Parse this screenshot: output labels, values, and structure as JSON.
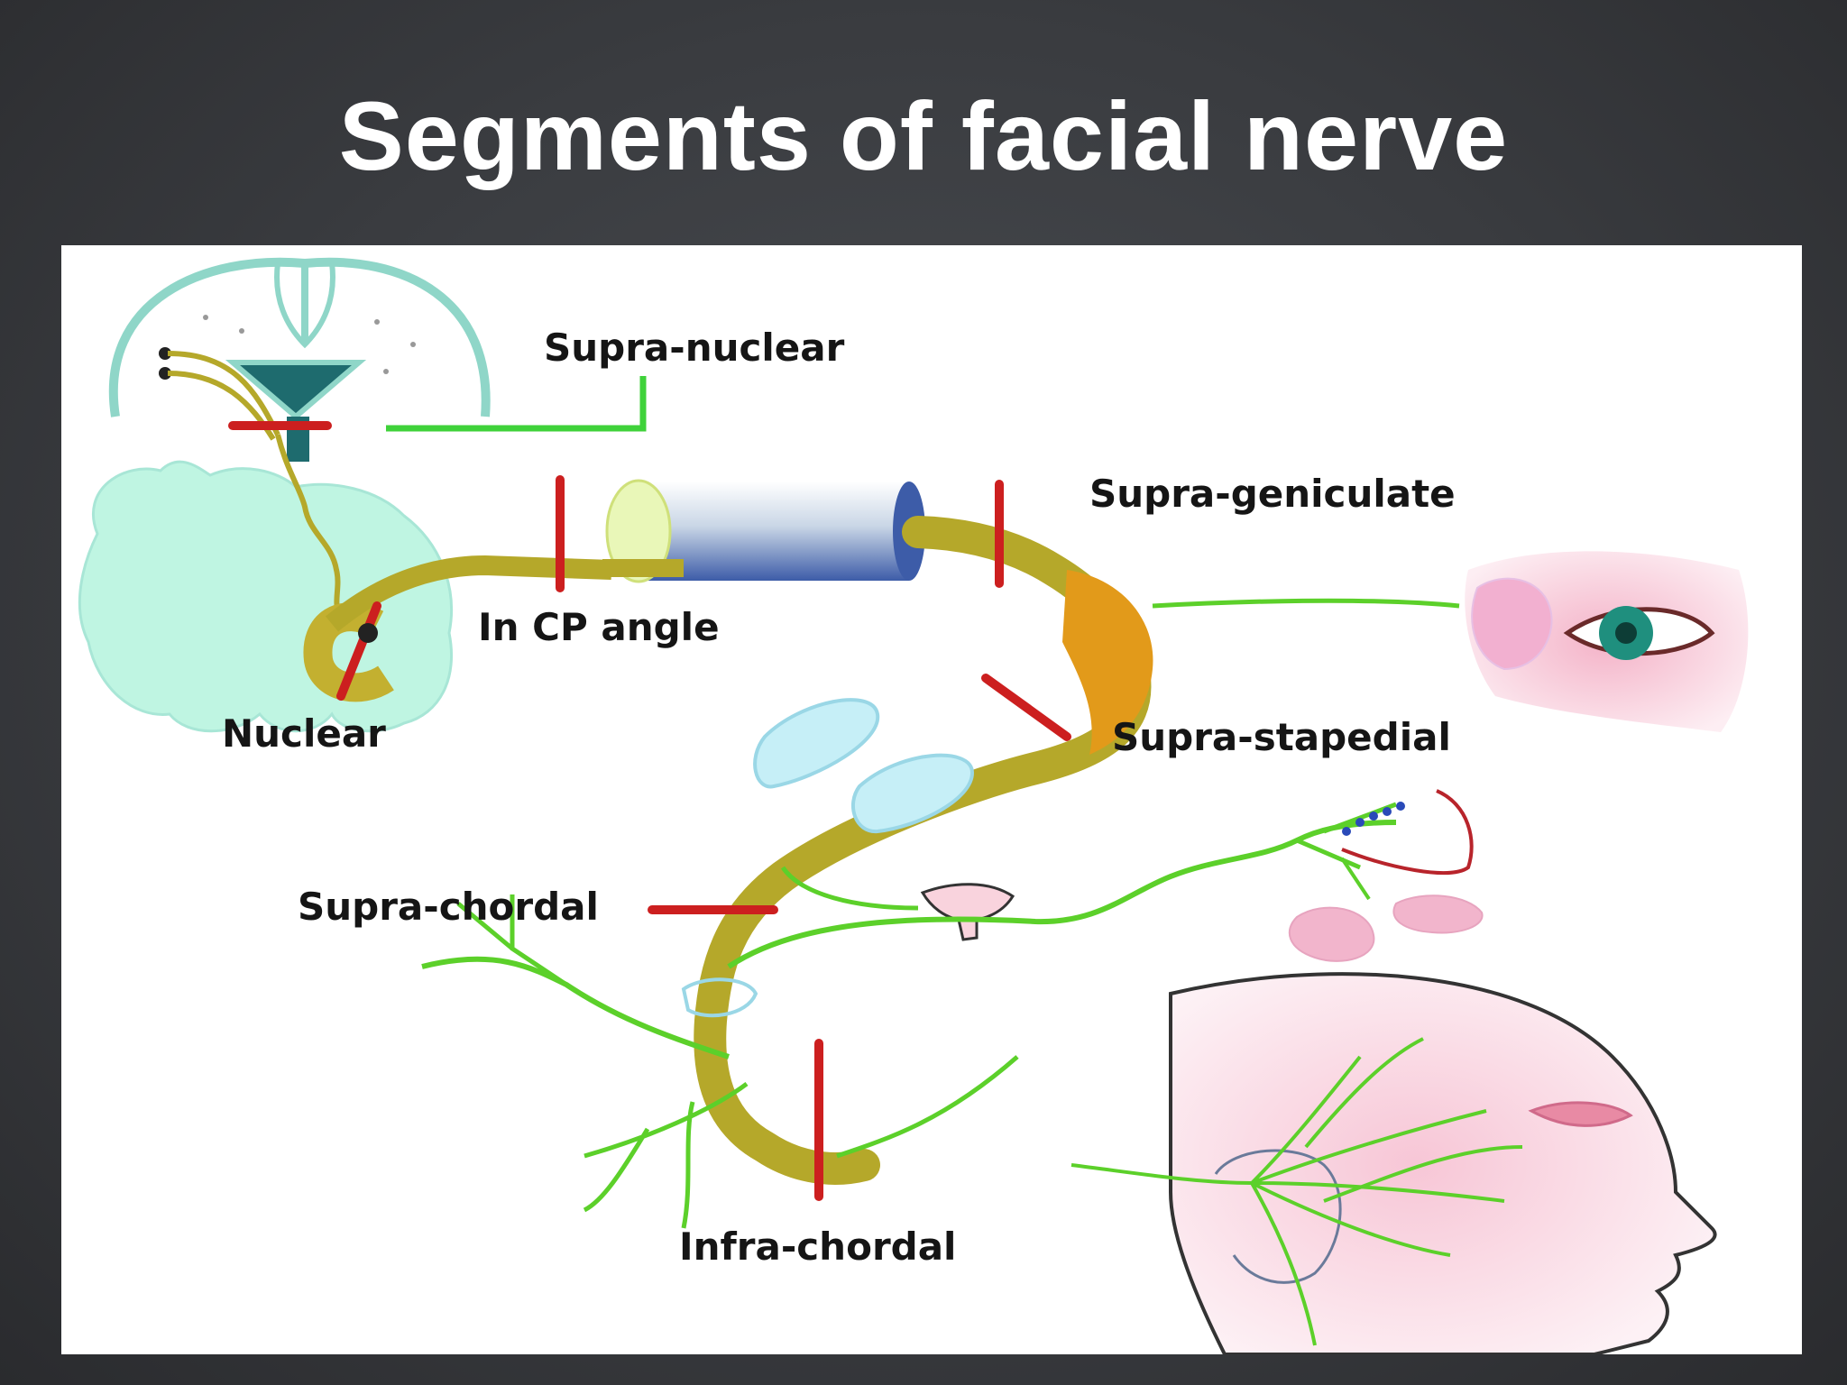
{
  "title": "Segments of facial nerve",
  "labels": {
    "supra_nuclear": "Supra-nuclear",
    "supra_geniculate": "Supra-geniculate",
    "in_cp_angle": "In CP angle",
    "nuclear": "Nuclear",
    "supra_stapedial": "Supra-stapedial",
    "supra_chordal": "Supra-chordal",
    "infra_chordal": "Infra-chordal"
  },
  "colors": {
    "nerve_trunk": "#b5a82a",
    "nerve_branch": "#5cd02a",
    "lesion_mark": "#cc1f1f",
    "ganglion": "#e29a1a",
    "brainstem": "#bff5e2",
    "skin": "#f9d6e2"
  }
}
